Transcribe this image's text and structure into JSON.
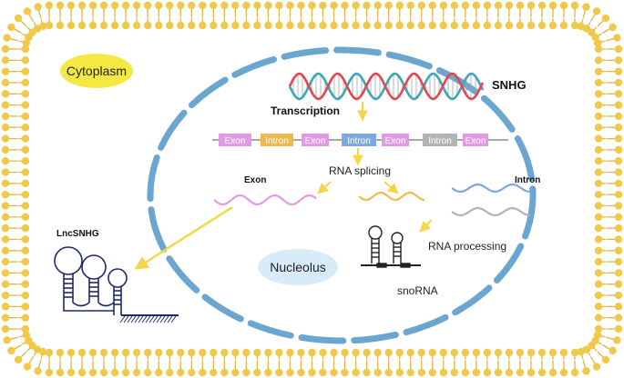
{
  "labels": {
    "cytoplasm": "Cytoplasm",
    "nucleolus": "Nucleolus",
    "snhg": "SNHG",
    "transcription": "Transcription",
    "rna_splicing": "RNA splicing",
    "exon": "Exon",
    "intron": "Intron",
    "rna_processing": "RNA processing",
    "snorna": "snoRNA",
    "lncsnhg": "LncSNHG"
  },
  "gene_segments": [
    {
      "label": "Exon",
      "type": "exon"
    },
    {
      "label": "Intron",
      "type": "intron"
    },
    {
      "label": "Exon",
      "type": "exon"
    },
    {
      "label": "Intron",
      "type": "intron-blue"
    },
    {
      "label": "Exon",
      "type": "exon"
    },
    {
      "label": "Intron",
      "type": "intron-grey"
    },
    {
      "label": "Exon",
      "type": "exon"
    }
  ],
  "colors": {
    "membrane_head": "#f0c84a",
    "membrane_tail": "#d9b648",
    "nucleus": "#6aa6cf",
    "exon": "#e29ae6",
    "intron_orange": "#f1b84b",
    "intron_blue": "#7ea9e0",
    "intron_grey": "#b3b3b3",
    "arrow": "#f3d64a",
    "dna_red": "#e4454f",
    "dna_teal": "#3fa6b4",
    "cytoplasm_oval": "#f4e842",
    "nucleolus_oval": "#d7ebf8"
  }
}
